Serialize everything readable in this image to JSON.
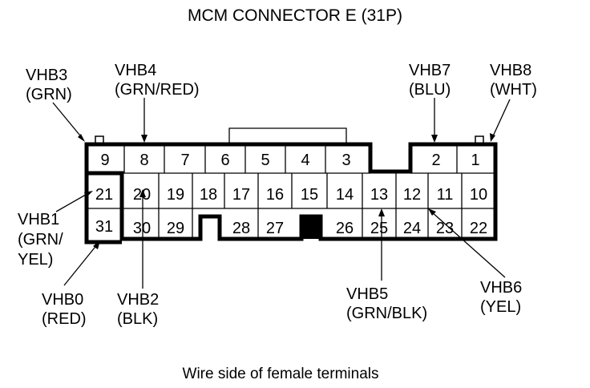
{
  "title": "MCM CONNECTOR E (31P)",
  "caption": "Wire side of female terminals",
  "pins": {
    "p1": "1",
    "p2": "2",
    "p3": "3",
    "p4": "4",
    "p5": "5",
    "p6": "6",
    "p7": "7",
    "p8": "8",
    "p9": "9",
    "p10": "10",
    "p11": "11",
    "p12": "12",
    "p13": "13",
    "p14": "14",
    "p15": "15",
    "p16": "16",
    "p17": "17",
    "p18": "18",
    "p19": "19",
    "p20": "20",
    "p21": "21",
    "p22": "22",
    "p23": "23",
    "p24": "24",
    "p25": "25",
    "p26": "26",
    "p27": "27",
    "p28": "28",
    "p29": "29",
    "p30": "30",
    "p31": "31"
  },
  "labels": {
    "vhb3": {
      "name": "VHB3",
      "wire": "(GRN)"
    },
    "vhb4": {
      "name": "VHB4",
      "wire": "(GRN/RED)"
    },
    "vhb7": {
      "name": "VHB7",
      "wire": "(BLU)"
    },
    "vhb8": {
      "name": "VHB8",
      "wire": "(WHT)"
    },
    "vhb1": {
      "name": "VHB1",
      "wire1": "(GRN/",
      "wire2": "YEL)"
    },
    "vhb0": {
      "name": "VHB0",
      "wire": "(RED)"
    },
    "vhb2": {
      "name": "VHB2",
      "wire": "(BLK)"
    },
    "vhb5": {
      "name": "VHB5",
      "wire": "(GRN/BLK)"
    },
    "vhb6": {
      "name": "VHB6",
      "wire": "(YEL)"
    }
  }
}
